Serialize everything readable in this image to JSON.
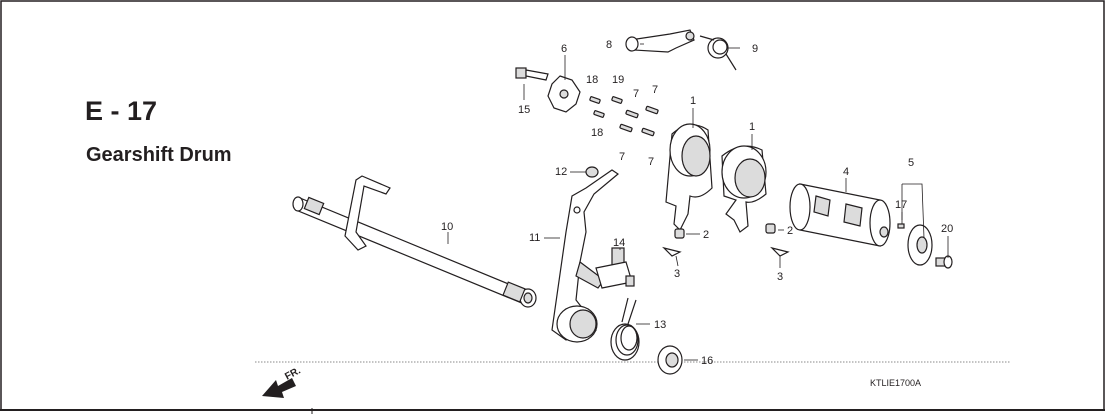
{
  "section_code": "E - 17",
  "section_title": "Gearshift Drum",
  "diagram_code": "KTLIE1700A",
  "front_marker": "FR.",
  "callouts": [
    {
      "label": "1"
    },
    {
      "label": "1"
    },
    {
      "label": "2"
    },
    {
      "label": "2"
    },
    {
      "label": "3"
    },
    {
      "label": "3"
    },
    {
      "label": "4"
    },
    {
      "label": "5"
    },
    {
      "label": "6"
    },
    {
      "label": "7"
    },
    {
      "label": "7"
    },
    {
      "label": "7"
    },
    {
      "label": "7"
    },
    {
      "label": "8"
    },
    {
      "label": "9"
    },
    {
      "label": "10"
    },
    {
      "label": "11"
    },
    {
      "label": "12"
    },
    {
      "label": "13"
    },
    {
      "label": "14"
    },
    {
      "label": "15"
    },
    {
      "label": "16"
    },
    {
      "label": "17"
    },
    {
      "label": "18"
    },
    {
      "label": "18"
    },
    {
      "label": "19"
    },
    {
      "label": "20"
    }
  ]
}
